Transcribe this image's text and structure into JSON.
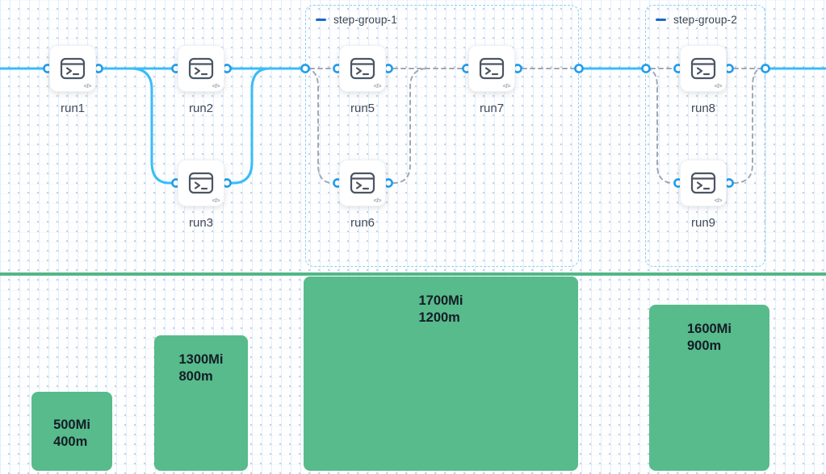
{
  "app": {
    "description": "workflow DAG editor canvas with step groups and resource bars"
  },
  "colors": {
    "edge_blue": "#38bdf8",
    "port_blue": "#1f9ded",
    "edge_gray": "#a1a8b5",
    "group_border_blue": "#8ecdf3",
    "group_dash_icon_blue": "#1b69c7",
    "bar_green": "#57bb8c",
    "divider_green": "#52b788"
  },
  "nodes": [
    {
      "label": "run1"
    },
    {
      "label": "run2"
    },
    {
      "label": "run3"
    },
    {
      "label": "run5"
    },
    {
      "label": "run6"
    },
    {
      "label": "run7"
    },
    {
      "label": "run8"
    },
    {
      "label": "run9"
    }
  ],
  "groups": [
    {
      "label": "step-group-1"
    },
    {
      "label": "step-group-2"
    }
  ],
  "icons": {
    "code_badge": "</>",
    "node_icon": "terminal-icon",
    "group_toggle": "collapse-minus-icon"
  },
  "bars": [
    {
      "memory": "500Mi",
      "cpu": "400m"
    },
    {
      "memory": "1300Mi",
      "cpu": "800m"
    },
    {
      "memory": "1700Mi",
      "cpu": "1200m"
    },
    {
      "memory": "1600Mi",
      "cpu": "900m"
    }
  ]
}
